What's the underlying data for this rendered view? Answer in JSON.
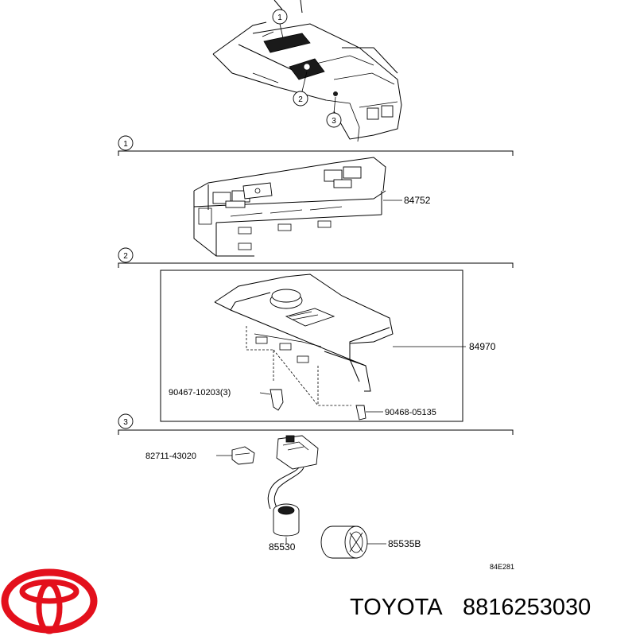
{
  "callouts": [
    "1",
    "2",
    "3",
    "2",
    "3",
    "1"
  ],
  "parts": {
    "p84752": "84752",
    "p84970": "84970",
    "p90467": "90467-10203(3)",
    "p90468": "90468-05135",
    "p82711": "82711-43020",
    "p85530": "85530",
    "p85535": "85535B"
  },
  "illustration_code": "84E281",
  "brand": {
    "name": "TOYOTA",
    "part_number": "8816253030",
    "logo_color": "#e3101c"
  }
}
